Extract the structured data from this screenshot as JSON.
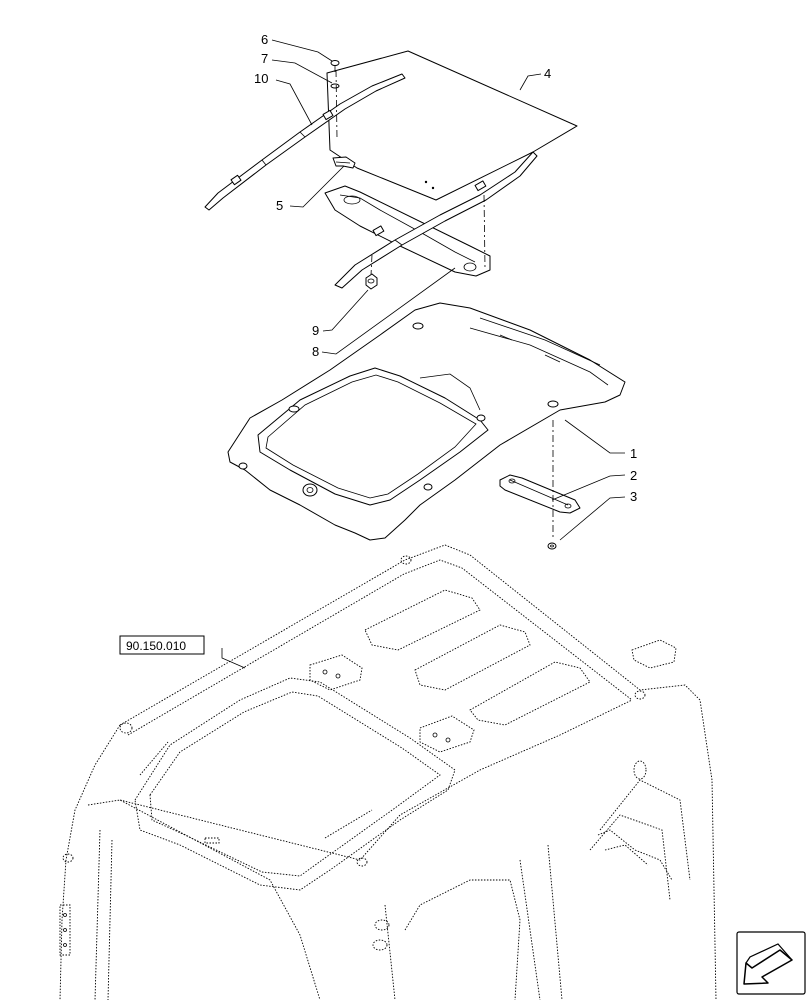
{
  "callouts": [
    {
      "id": "c6",
      "label": "6"
    },
    {
      "id": "c7",
      "label": "7"
    },
    {
      "id": "c10",
      "label": "10"
    },
    {
      "id": "c4",
      "label": "4"
    },
    {
      "id": "c5",
      "label": "5"
    },
    {
      "id": "c9",
      "label": "9"
    },
    {
      "id": "c8",
      "label": "8"
    },
    {
      "id": "c1",
      "label": "1"
    },
    {
      "id": "c2",
      "label": "2"
    },
    {
      "id": "c3",
      "label": "3"
    }
  ],
  "reference": {
    "label": "90.150.010"
  },
  "nav_icon": "arrow-icon"
}
